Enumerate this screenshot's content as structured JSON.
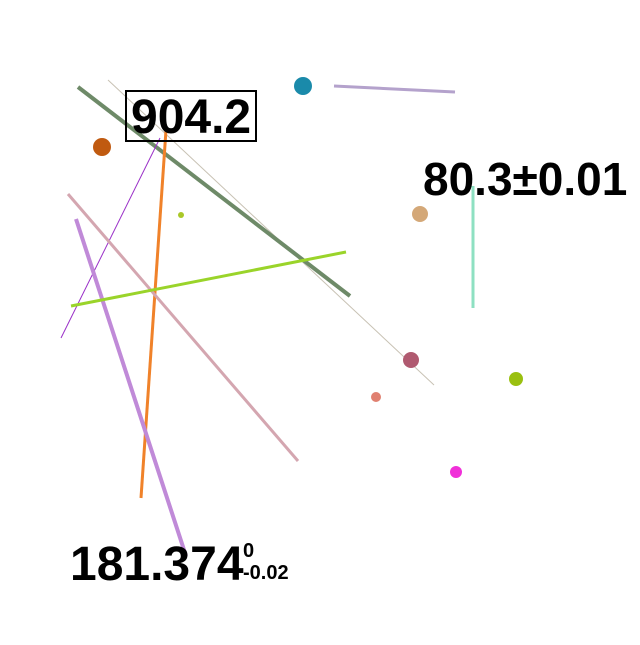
{
  "labels": {
    "boxed_value": "904.2",
    "plus_minus_value": "80.3±0.01",
    "sci_value": {
      "main": "181.374",
      "upper": "0",
      "lower": "-0.02"
    }
  },
  "colors": {
    "line_thin_gray": "#c8c2b4",
    "line_dark_green": "#6e8a68",
    "line_orange": "#f0822a",
    "line_purple_thin": "#9a30c8",
    "line_pink": "#d4a6b0",
    "line_violet": "#c08ad8",
    "line_lime": "#9ad42a",
    "line_lavender": "#b4a2cc",
    "line_mint": "#8ee0c2",
    "dot_teal": "#1a8aaa",
    "dot_rust": "#c05a10",
    "dot_small_lime": "#aac828",
    "dot_tan": "#d4a878",
    "dot_mauve": "#b05a70",
    "dot_salmon": "#e08070",
    "dot_green": "#9ac010",
    "dot_magenta": "#f030d8"
  }
}
